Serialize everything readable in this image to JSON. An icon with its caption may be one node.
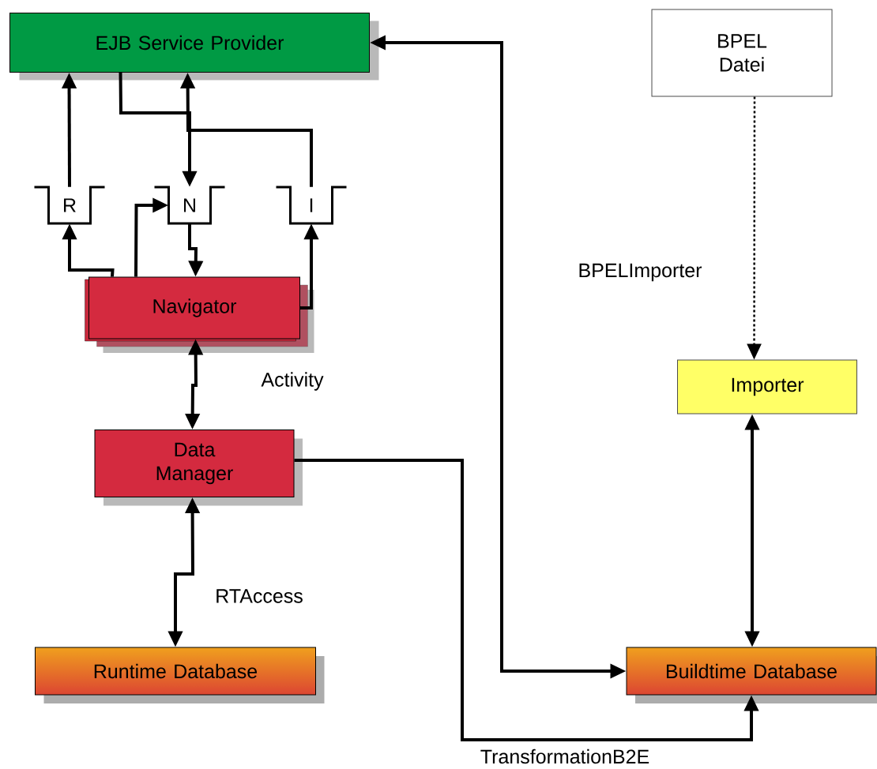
{
  "diagram": {
    "nodes": [
      {
        "text": [
          "EJB Service Provider"
        ]
      },
      {
        "text": [
          "R"
        ]
      },
      {
        "text": [
          "N"
        ]
      },
      {
        "text": [
          "I"
        ]
      },
      {
        "text": [
          "Navigator"
        ]
      },
      {
        "text": [
          "Data Manager"
        ]
      },
      {
        "text": [
          "Runtime Database"
        ]
      },
      {
        "text": [
          "BPEL Datei"
        ]
      },
      {
        "text": [
          "Importer"
        ]
      },
      {
        "text": [
          "Buildtime Database"
        ]
      }
    ],
    "edges": [
      {
        "from": 1,
        "to": 0,
        "arrow": "to"
      },
      {
        "from": 0,
        "to": 2,
        "arrow": "to"
      },
      {
        "from": 3,
        "to": 0,
        "arrow": "to"
      },
      {
        "from": 4,
        "to": 1,
        "arrow": "to"
      },
      {
        "from": 4,
        "to": 2,
        "arrow": "to"
      },
      {
        "from": 2,
        "to": 4,
        "arrow": "to"
      },
      {
        "from": 4,
        "to": 3,
        "arrow": "to"
      },
      {
        "from": 4,
        "to": 5,
        "arrow": "both",
        "label": "Activity"
      },
      {
        "from": 5,
        "to": 6,
        "arrow": "both",
        "label": "RTAccess"
      },
      {
        "from": 5,
        "to": 9,
        "arrow": "to",
        "label": "TransformationB2E"
      },
      {
        "from": 9,
        "to": 0,
        "arrow": "both"
      },
      {
        "from": 7,
        "to": 8,
        "arrow": "to",
        "style": "dashed",
        "label": "BPELImporter"
      },
      {
        "from": 8,
        "to": 9,
        "arrow": "both"
      }
    ]
  }
}
